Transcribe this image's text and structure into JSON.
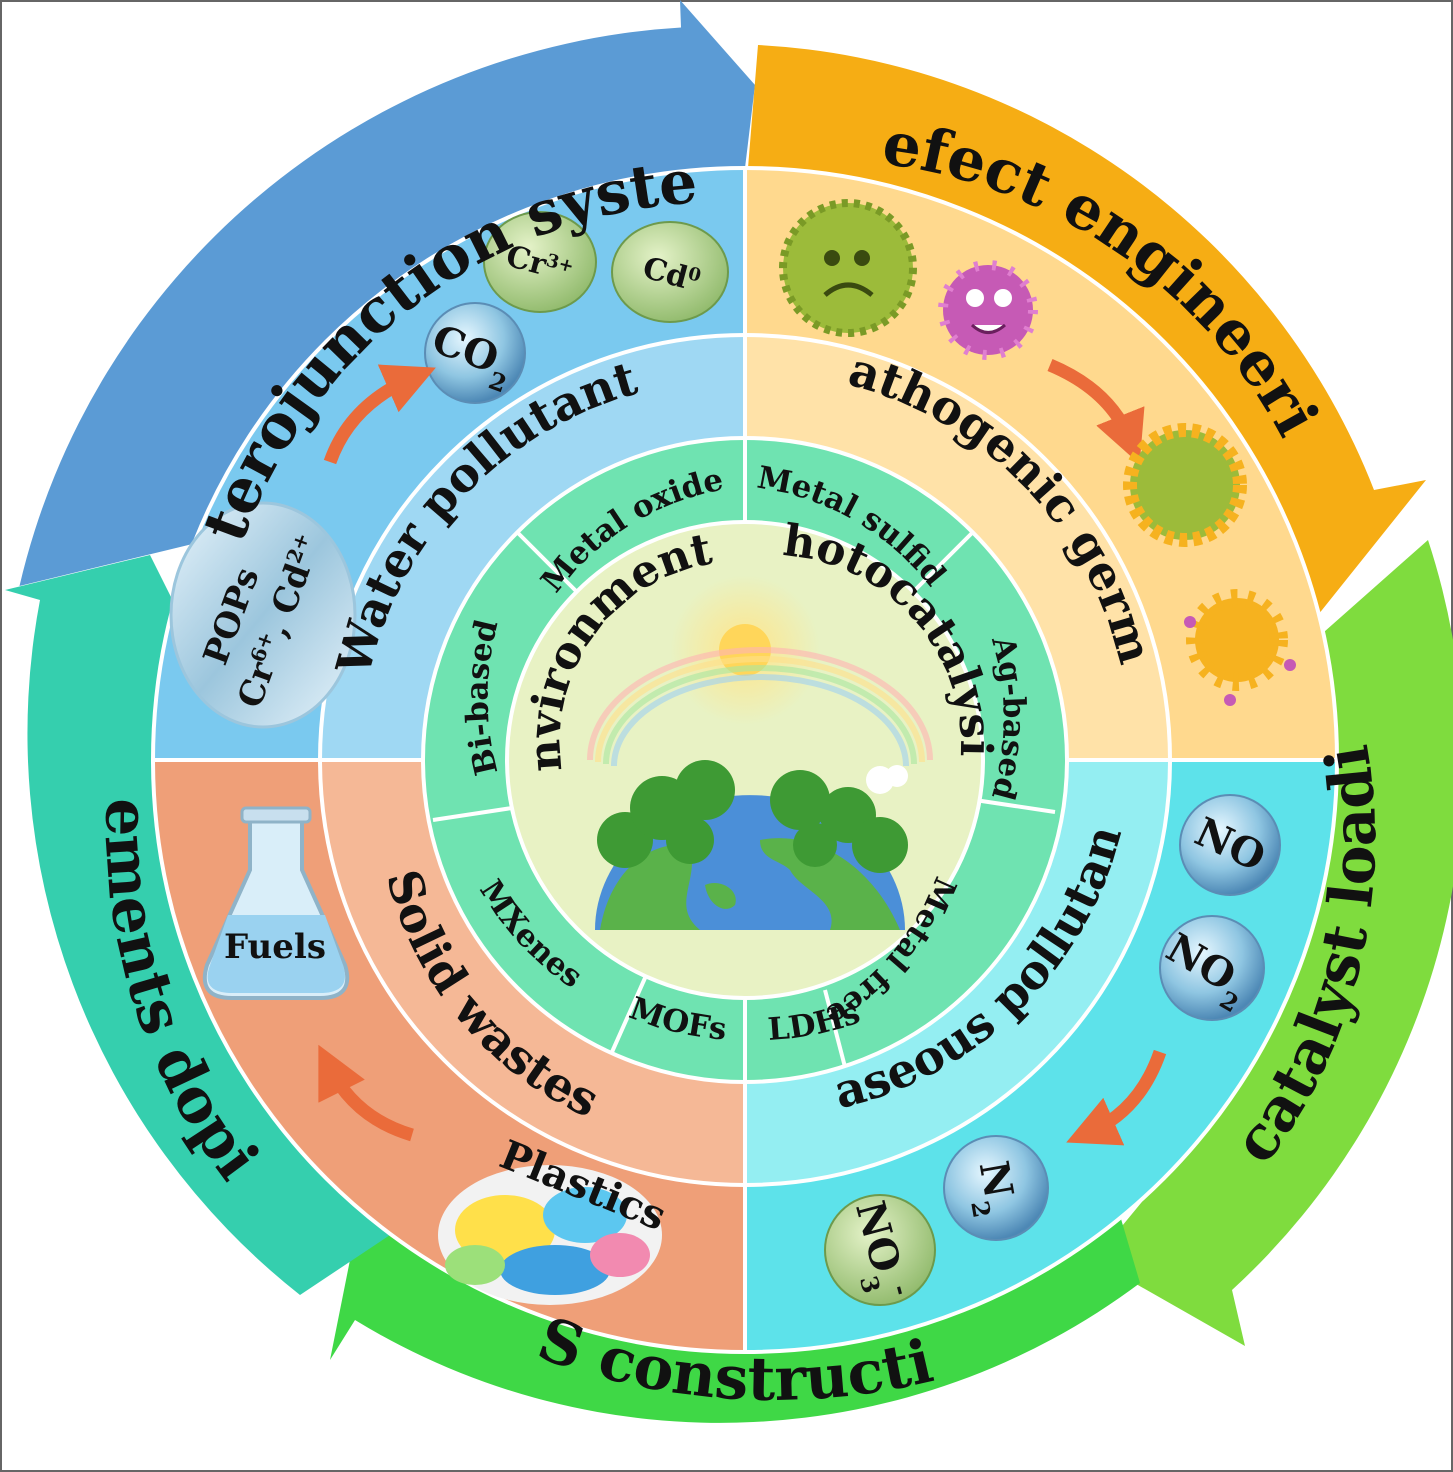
{
  "strategies": [
    {
      "label": "Heterojunction systems",
      "color": "#5b9bd5"
    },
    {
      "label": "Defect engineering",
      "color": "#f6ad14"
    },
    {
      "label": "Cocatalyst loading",
      "color": "#7fdc3e"
    },
    {
      "label": "ROS constructing",
      "color": "#3fd846"
    },
    {
      "label": "Elements doping",
      "color": "#35cfae"
    }
  ],
  "quadrants": [
    {
      "label": "Water pollutants",
      "color": "#9fd8f3",
      "outer_color": "#7ac9ef"
    },
    {
      "label": "Pathogenic germs",
      "color": "#ffe2a8",
      "outer_color": "#ffd98e"
    },
    {
      "label": "Gaseous pollutants",
      "color": "#94eef2",
      "outer_color": "#5de2ea"
    },
    {
      "label": "Solid wastes",
      "color": "#f5b896",
      "outer_color": "#ef9f78"
    }
  ],
  "materials": [
    "Metal oxide",
    "Metal sulfide",
    "Ag-based",
    "Metal free",
    "LDHs",
    "MOFs",
    "MXenes",
    "Bi-based"
  ],
  "material_ring_color": "#6fe3b1",
  "center": {
    "word1": "Environmental",
    "word2": "photocatalysis"
  },
  "water": {
    "ion1": "Cr",
    "ion1_sup": "3+",
    "ion2": "Cd",
    "ion2_sup": "0",
    "product": "CO",
    "product_sub": "2",
    "source1": "POPs",
    "source2_a": "Cr",
    "source2_sup1": "6+",
    "source2_b": ", Cd",
    "source2_sup2": "2+"
  },
  "gas": {
    "g1": "NO",
    "g2": "NO",
    "g2_sub": "2",
    "p1": "N",
    "p1_sub": "2",
    "p2": "NO",
    "p2_sub": "3",
    "p2_sup": "-"
  },
  "solid": {
    "source": "Plastics",
    "product": "Fuels"
  }
}
